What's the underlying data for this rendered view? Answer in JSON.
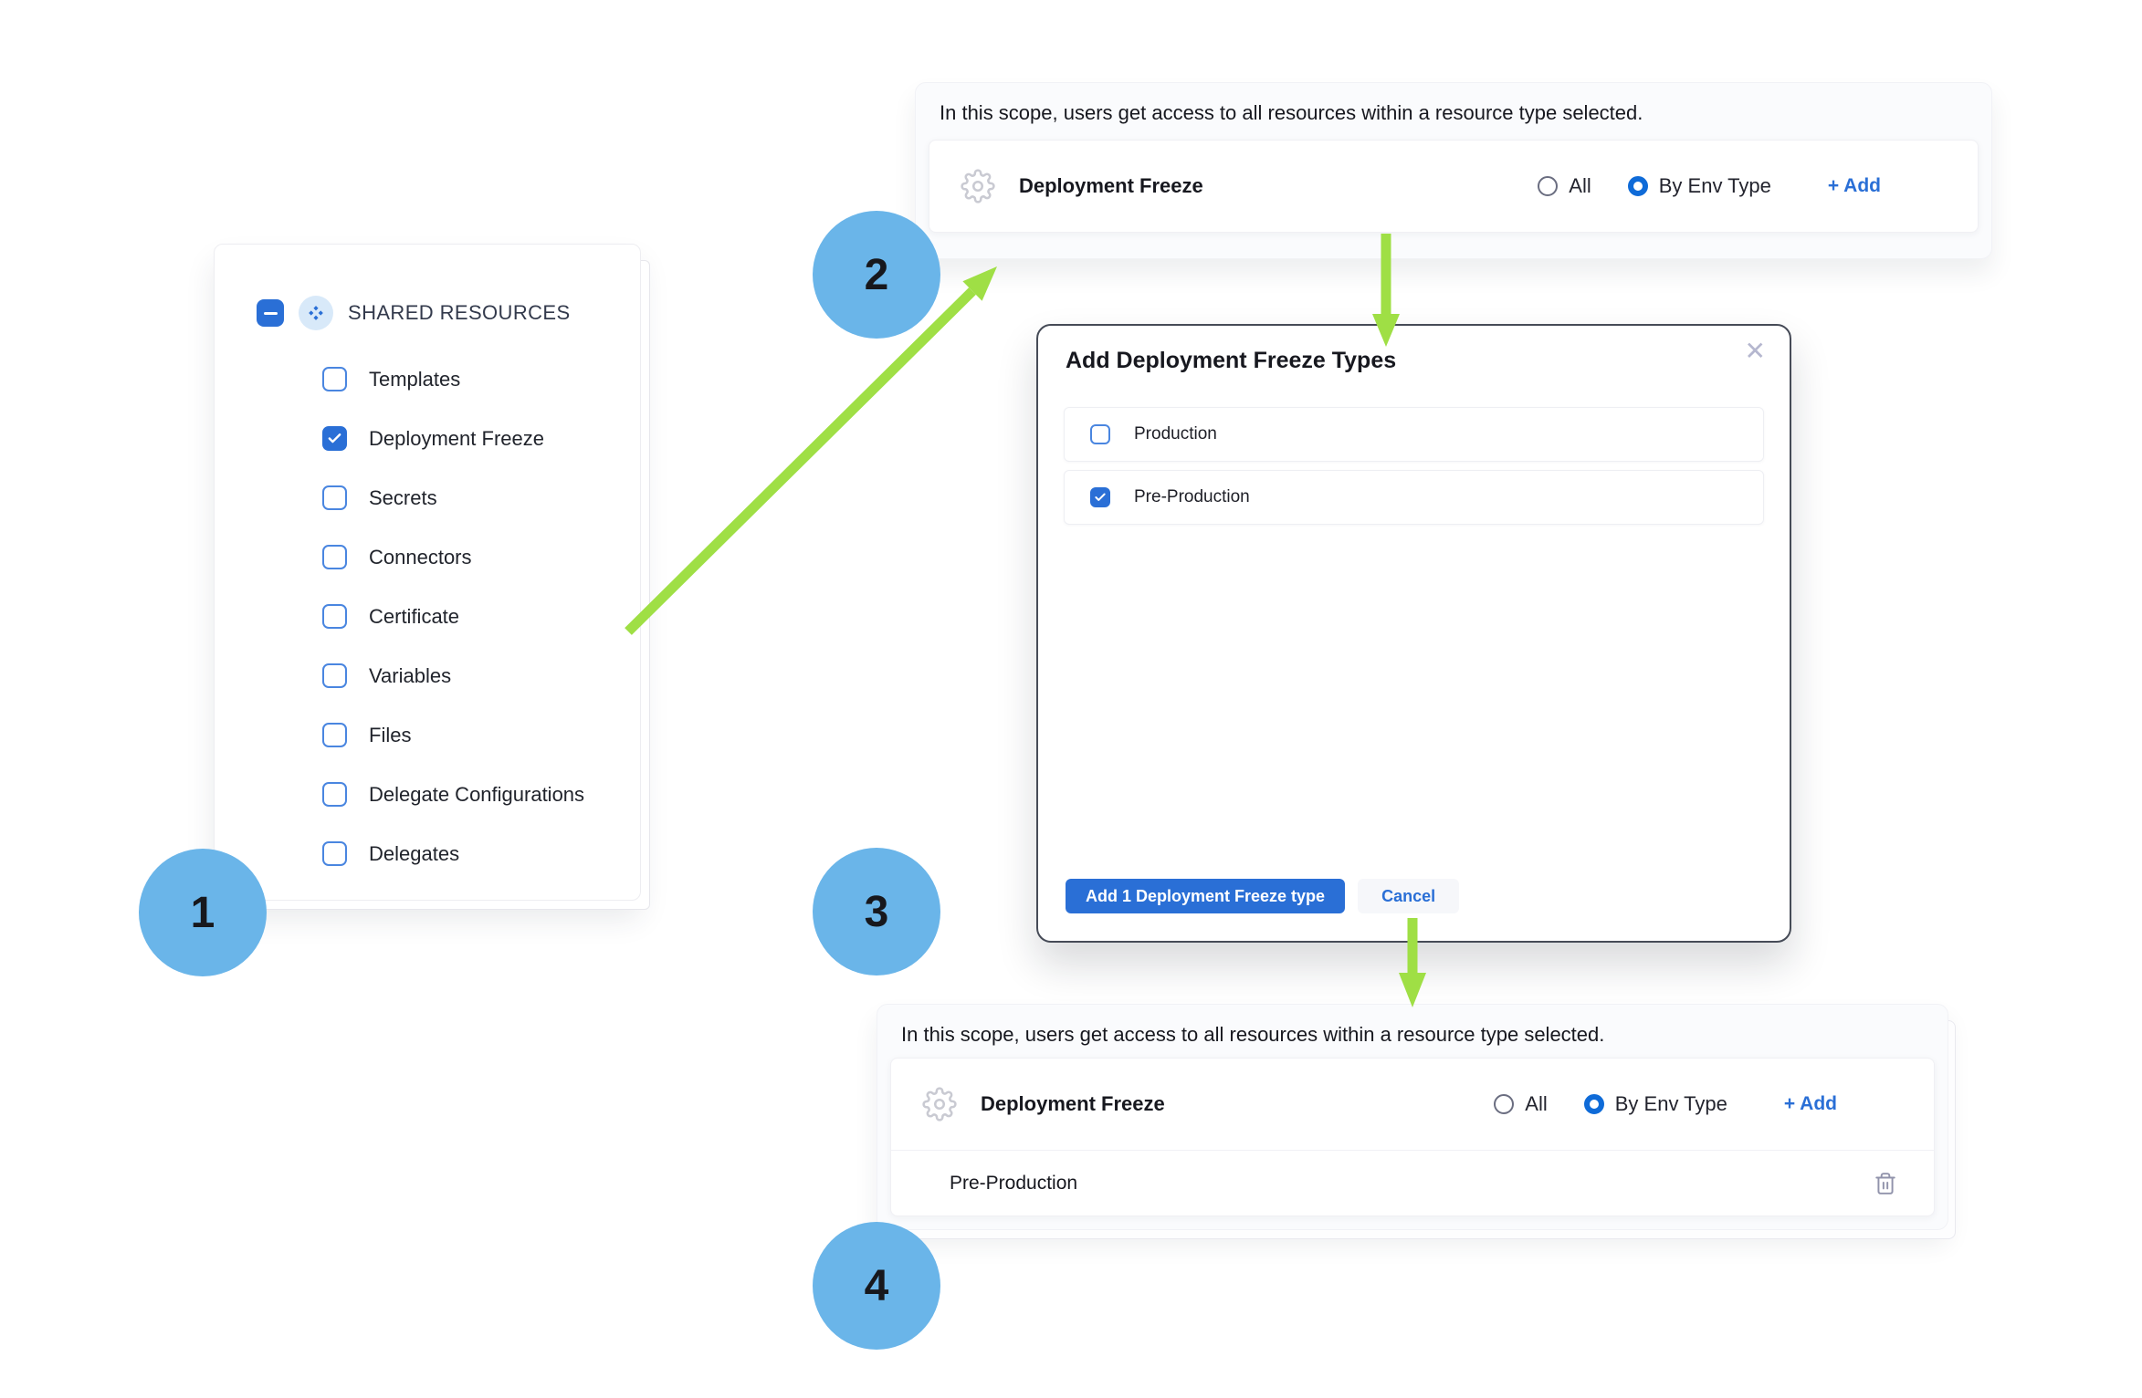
{
  "colors": {
    "primary_blue": "#2a6fd6",
    "radio_selected_blue": "#0f6bd8",
    "badge_blue": "#6ab5e9",
    "arrow_green": "#9fdf45",
    "modal_border": "#464b57"
  },
  "badges": {
    "one": "1",
    "two": "2",
    "three": "3",
    "four": "4"
  },
  "resource_panel": {
    "header": "SHARED RESOURCES",
    "items": [
      {
        "label": "Templates",
        "checked": false
      },
      {
        "label": "Deployment Freeze",
        "checked": true
      },
      {
        "label": "Secrets",
        "checked": false
      },
      {
        "label": "Connectors",
        "checked": false
      },
      {
        "label": "Certificate",
        "checked": false
      },
      {
        "label": "Variables",
        "checked": false
      },
      {
        "label": "Files",
        "checked": false
      },
      {
        "label": "Delegate Configurations",
        "checked": false
      },
      {
        "label": "Delegates",
        "checked": false
      }
    ]
  },
  "scope_panel_top": {
    "description": "In this scope, users get access to all resources within a resource type selected.",
    "resource_title": "Deployment Freeze",
    "radio_all_label": "All",
    "radio_by_env_label": "By Env Type",
    "all_selected": false,
    "by_env_selected": true,
    "add_label": "+ Add"
  },
  "modal": {
    "title": "Add Deployment Freeze Types",
    "close_glyph": "✕",
    "options": [
      {
        "label": "Production",
        "checked": false
      },
      {
        "label": "Pre-Production",
        "checked": true
      }
    ],
    "submit_label": "Add 1 Deployment Freeze type",
    "cancel_label": "Cancel"
  },
  "scope_panel_bottom": {
    "description": "In this scope, users get access to all resources within a resource type selected.",
    "resource_title": "Deployment Freeze",
    "radio_all_label": "All",
    "radio_by_env_label": "By Env Type",
    "all_selected": false,
    "by_env_selected": true,
    "add_label": "+ Add",
    "entries": [
      {
        "label": "Pre-Production"
      }
    ]
  }
}
